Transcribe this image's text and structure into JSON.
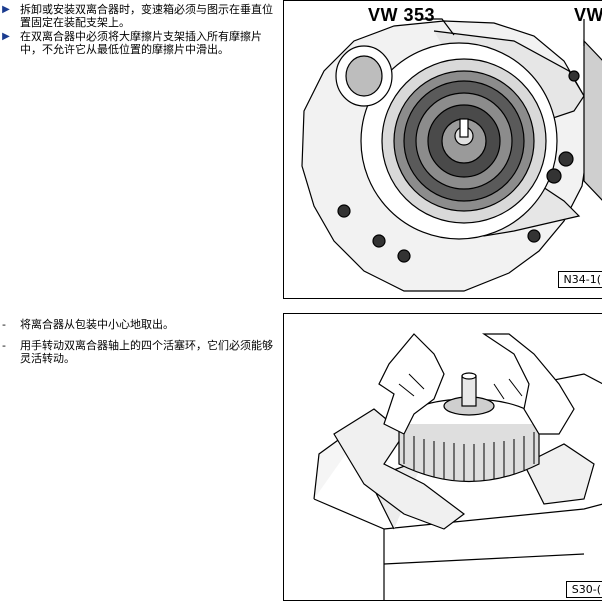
{
  "notes": [
    {
      "icon": "blue-arrow-bullet",
      "text": "拆卸或安装双离合器时，变速箱必须与图示在垂直位置固定在装配支架上。"
    },
    {
      "icon": "blue-arrow-bullet",
      "text": "在双离合器中必须将大摩擦片支架插入所有摩擦片中，不允许它从最低位置的摩擦片中滑出。"
    }
  ],
  "steps": [
    {
      "marker": "-",
      "text": "将离合器从包装中小心地取出。"
    },
    {
      "marker": "-",
      "text": "用手转动双离合器轴上的四个活塞环，它们必须能够灵活转动。"
    }
  ],
  "figure1": {
    "tool_left": "VW 353",
    "tool_right": "VW",
    "label": "N34-1("
  },
  "figure2": {
    "label": "S30-("
  },
  "colors": {
    "bullet": "#1a3b8f",
    "line": "#000000"
  }
}
